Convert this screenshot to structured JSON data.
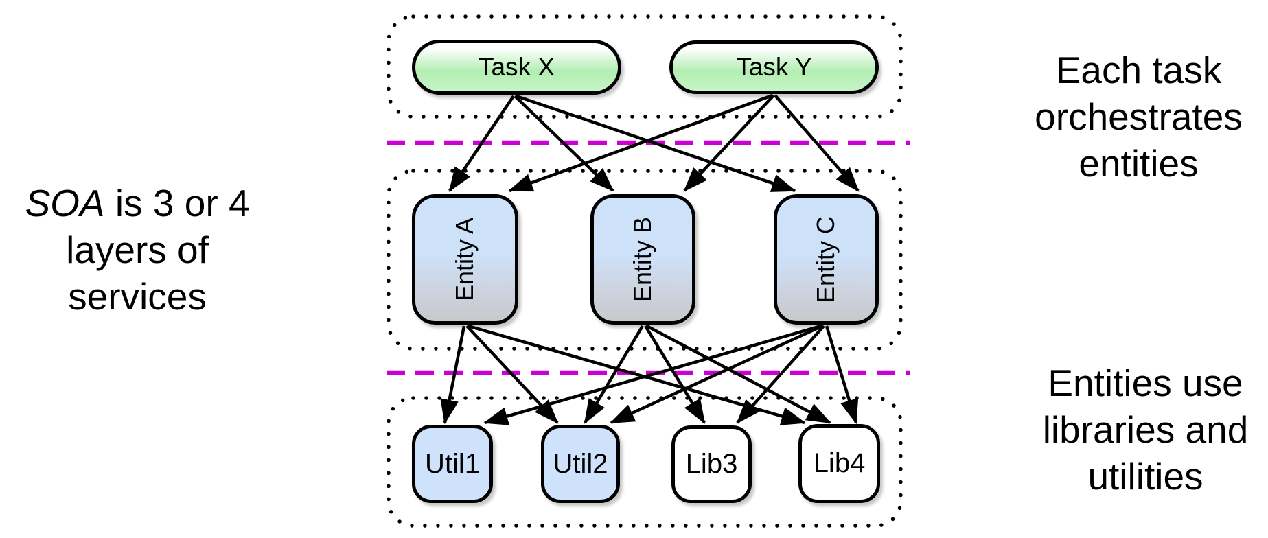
{
  "diagram": {
    "captions": {
      "left": {
        "line1_italic": "SOA",
        "line1_rest": " is 3 or 4",
        "line2": "layers of",
        "line3": "services"
      },
      "top_right": {
        "line1": "Each task",
        "line2": "orchestrates",
        "line3": "entities"
      },
      "bottom_right": {
        "line1": "Entities use",
        "line2": "libraries and",
        "line3": "utilities"
      }
    },
    "layers": [
      {
        "id": "tasks-layer",
        "role": "task layer"
      },
      {
        "id": "entities-layer",
        "role": "entity layer"
      },
      {
        "id": "utilities-layer",
        "role": "libraries and utilities layer"
      }
    ],
    "nodes": [
      {
        "id": "taskX",
        "label": "Task X",
        "type": "task"
      },
      {
        "id": "taskY",
        "label": "Task Y",
        "type": "task"
      },
      {
        "id": "entityA",
        "label": "Entity A",
        "type": "entity"
      },
      {
        "id": "entityB",
        "label": "Entity B",
        "type": "entity"
      },
      {
        "id": "entityC",
        "label": "Entity C",
        "type": "entity"
      },
      {
        "id": "util1",
        "label": "Util1",
        "type": "util"
      },
      {
        "id": "util2",
        "label": "Util2",
        "type": "util"
      },
      {
        "id": "lib3",
        "label": "Lib3",
        "type": "lib"
      },
      {
        "id": "lib4",
        "label": "Lib4",
        "type": "lib"
      }
    ],
    "edges": [
      [
        "taskX",
        "entityA"
      ],
      [
        "taskX",
        "entityB"
      ],
      [
        "taskX",
        "entityC"
      ],
      [
        "taskY",
        "entityA"
      ],
      [
        "taskY",
        "entityB"
      ],
      [
        "taskY",
        "entityC"
      ],
      [
        "entityA",
        "util1"
      ],
      [
        "entityA",
        "util2"
      ],
      [
        "entityA",
        "lib4"
      ],
      [
        "entityB",
        "util2"
      ],
      [
        "entityB",
        "lib3"
      ],
      [
        "entityB",
        "lib4"
      ],
      [
        "entityC",
        "util1"
      ],
      [
        "entityC",
        "util2"
      ],
      [
        "entityC",
        "lib3"
      ],
      [
        "entityC",
        "lib4"
      ]
    ],
    "colors": {
      "task_green": "#b2eeb2",
      "entity_blue": "#cde1f9",
      "entity_fade_gray": "#c8cacd",
      "util_blue": "#cfe2fb",
      "lib_white": "#ffffff",
      "divider_magenta": "#cc00d4",
      "line_black": "#000000"
    }
  }
}
